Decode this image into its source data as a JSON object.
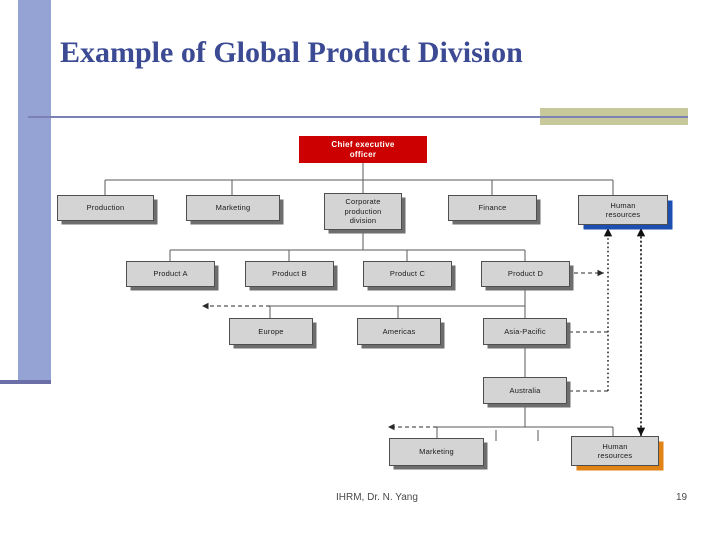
{
  "slide": {
    "title": "Example of Global Product Division",
    "footer_author": "IHRM, Dr. N. Yang",
    "footer_page": "19"
  },
  "colors": {
    "title_blue": "#3b4a93",
    "sidebar_blue": "#94a3d4",
    "rule_blue": "#7b80b5",
    "khaki": "#c8c99a",
    "ceo_red": "#cc0000",
    "node_grey": "#d4d4d4",
    "hr_top_shadow_blue": "#1d4fb0",
    "hr_bottom_shadow_orange": "#e08214",
    "line_grey": "#5a5a5a"
  },
  "chart_data": {
    "type": "diagram",
    "title": "Example of Global Product Division",
    "nodes": [
      {
        "id": "ceo",
        "label": "Chief executive officer",
        "level": 0,
        "style": "red"
      },
      {
        "id": "production",
        "label": "Production",
        "level": 1,
        "style": "grey"
      },
      {
        "id": "marketing",
        "label": "Marketing",
        "level": 1,
        "style": "grey"
      },
      {
        "id": "corpdiv",
        "label": "Corporate production division",
        "level": 1,
        "style": "grey"
      },
      {
        "id": "finance",
        "label": "Finance",
        "level": 1,
        "style": "grey"
      },
      {
        "id": "hrtop",
        "label": "Human resources",
        "level": 1,
        "style": "grey-blue-shadow"
      },
      {
        "id": "proda",
        "label": "Product A",
        "level": 2,
        "style": "grey"
      },
      {
        "id": "prodb",
        "label": "Product B",
        "level": 2,
        "style": "grey"
      },
      {
        "id": "prodc",
        "label": "Product C",
        "level": 2,
        "style": "grey"
      },
      {
        "id": "prodd",
        "label": "Product D",
        "level": 2,
        "style": "grey"
      },
      {
        "id": "europe",
        "label": "Europe",
        "level": 3,
        "style": "grey"
      },
      {
        "id": "americas",
        "label": "Americas",
        "level": 3,
        "style": "grey"
      },
      {
        "id": "asiapac",
        "label": "Asia-Pacific",
        "level": 3,
        "style": "grey"
      },
      {
        "id": "australia",
        "label": "Australia",
        "level": 4,
        "style": "grey"
      },
      {
        "id": "mktbottom",
        "label": "Marketing",
        "level": 5,
        "style": "grey"
      },
      {
        "id": "hrbottom",
        "label": "Human resources",
        "level": 5,
        "style": "grey-orange-shadow"
      }
    ],
    "solid_edges": [
      [
        "ceo",
        "production"
      ],
      [
        "ceo",
        "marketing"
      ],
      [
        "ceo",
        "corpdiv"
      ],
      [
        "ceo",
        "finance"
      ],
      [
        "ceo",
        "hrtop"
      ],
      [
        "corpdiv",
        "proda"
      ],
      [
        "corpdiv",
        "prodb"
      ],
      [
        "corpdiv",
        "prodc"
      ],
      [
        "corpdiv",
        "prodd"
      ],
      [
        "prodd",
        "europe"
      ],
      [
        "prodd",
        "americas"
      ],
      [
        "prodd",
        "asiapac"
      ],
      [
        "asiapac",
        "australia"
      ],
      [
        "australia",
        "mktbottom"
      ],
      [
        "australia",
        "hrbottom"
      ]
    ],
    "dashed_edges": [
      {
        "from": "prodd",
        "to": "hrtop",
        "note": "dotted staff relationship"
      },
      {
        "from": "asiapac",
        "to": "hrtop",
        "note": "dotted staff relationship"
      },
      {
        "from": "australia",
        "to": "hrtop",
        "note": "dotted staff relationship"
      },
      {
        "from": "hrbottom",
        "to": "hrtop",
        "note": "dotted reporting line"
      }
    ]
  },
  "boxes": {
    "ceo": "Chief executive officer",
    "ceo_line1": "Chief executive",
    "ceo_line2": "officer",
    "production": "Production",
    "marketing": "Marketing",
    "corpdiv_line1": "Corporate",
    "corpdiv_line2": "production",
    "corpdiv_line3": "division",
    "finance": "Finance",
    "hrtop_line1": "Human",
    "hrtop_line2": "resources",
    "product_a": "Product A",
    "product_b": "Product B",
    "product_c": "Product C",
    "product_d": "Product D",
    "europe": "Europe",
    "americas": "Americas",
    "asia_pacific": "Asia-Pacific",
    "australia": "Australia",
    "marketing_bottom": "Marketing",
    "hrbottom_line1": "Human",
    "hrbottom_line2": "resources"
  }
}
